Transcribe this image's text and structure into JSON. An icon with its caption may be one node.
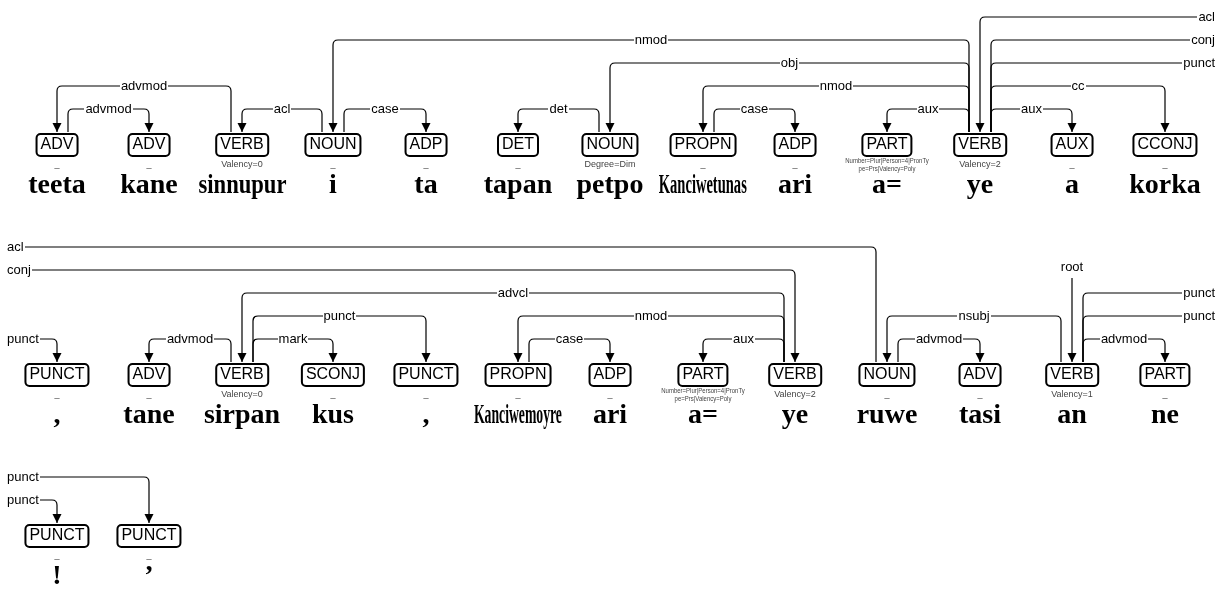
{
  "diagram": {
    "nodes": [
      {
        "text": [
          "ADV"
        ],
        "beside": [
          "_",
          "teeta"
        ]
      },
      {
        "text": [
          "ADV"
        ],
        "beside": [
          "_",
          "kane"
        ]
      },
      {
        "text": [
          "VERB"
        ],
        "beside": [
          "Valency=0",
          "sinnupur"
        ]
      },
      {
        "text": [
          "NOUN"
        ],
        "beside": [
          "_",
          "i"
        ]
      },
      {
        "text": [
          "ADP"
        ],
        "beside": [
          "_",
          "ta"
        ]
      },
      {
        "text": [
          "DET"
        ],
        "beside": [
          "_",
          "tapan"
        ]
      },
      {
        "text": [
          "NOUN"
        ],
        "beside": [
          "Degree=Dim",
          "petpo"
        ]
      },
      {
        "text": [
          "PROPN"
        ],
        "beside": [
          "_",
          "Kanciwetunas"
        ]
      },
      {
        "text": [
          "ADP"
        ],
        "beside": [
          "_",
          "ari"
        ]
      },
      {
        "text": [
          "PART"
        ],
        "beside": [
          "Number=Plur|Person=4|PronType=Prs|Valency=Poly",
          "a="
        ]
      },
      {
        "text": [
          "VERB"
        ],
        "beside": [
          "Valency=2",
          "ye"
        ]
      },
      {
        "text": [
          "AUX"
        ],
        "beside": [
          "_",
          "a"
        ]
      },
      {
        "text": [
          "CCONJ"
        ],
        "beside": [
          "_",
          "korka"
        ]
      },
      {
        "text": [
          "PUNCT"
        ],
        "beside": [
          "_",
          ","
        ]
      },
      {
        "text": [
          "ADV"
        ],
        "beside": [
          "_",
          "tane"
        ]
      },
      {
        "text": [
          "VERB"
        ],
        "beside": [
          "Valency=0",
          "sirpan"
        ]
      },
      {
        "text": [
          "SCONJ"
        ],
        "beside": [
          "_",
          "kus"
        ]
      },
      {
        "text": [
          "PUNCT"
        ],
        "beside": [
          "_",
          ","
        ]
      },
      {
        "text": [
          "PROPN"
        ],
        "beside": [
          "_",
          "Kanciwemoyre"
        ]
      },
      {
        "text": [
          "ADP"
        ],
        "beside": [
          "_",
          "ari"
        ]
      },
      {
        "text": [
          "PART"
        ],
        "beside": [
          "Number=Plur|Person=4|PronType=Prs|Valency=Poly",
          "a="
        ]
      },
      {
        "text": [
          "VERB"
        ],
        "beside": [
          "Valency=2",
          "ye"
        ]
      },
      {
        "text": [
          "NOUN"
        ],
        "beside": [
          "_",
          "ruwe"
        ]
      },
      {
        "text": [
          "ADV"
        ],
        "beside": [
          "_",
          "tasi"
        ]
      },
      {
        "text": [
          "VERB"
        ],
        "beside": [
          "Valency=1",
          "an"
        ]
      },
      {
        "text": [
          "PART"
        ],
        "beside": [
          "_",
          "ne"
        ]
      },
      {
        "text": [
          "PUNCT"
        ],
        "beside": [
          "_",
          "!"
        ]
      },
      {
        "text": [
          "PUNCT"
        ],
        "beside": [
          "_",
          "’"
        ]
      }
    ],
    "edges": [
      {
        "from": 2,
        "to": 0,
        "arrow": "to",
        "label": "advmod"
      },
      {
        "from": 0,
        "to": 1,
        "arrow": "to",
        "label": "advmod"
      },
      {
        "from": 3,
        "to": 2,
        "arrow": "to",
        "label": "acl"
      },
      {
        "from": 3,
        "to": 4,
        "arrow": "to",
        "label": "case"
      },
      {
        "from": 10,
        "to": 3,
        "arrow": "to",
        "label": "nmod"
      },
      {
        "from": 6,
        "to": 5,
        "arrow": "to",
        "label": "det"
      },
      {
        "from": 10,
        "to": 6,
        "arrow": "to",
        "label": "obj"
      },
      {
        "from": 10,
        "to": 7,
        "arrow": "to",
        "label": "nmod"
      },
      {
        "from": 7,
        "to": 8,
        "arrow": "to",
        "label": "case"
      },
      {
        "from": 10,
        "to": 9,
        "arrow": "to",
        "label": "aux"
      },
      {
        "from": null,
        "to": 10,
        "arrow": "to",
        "label": "acl"
      },
      {
        "from": 22,
        "to": null,
        "arrow": "none",
        "label": "acl"
      },
      {
        "from": 10,
        "to": null,
        "arrow": "none",
        "label": "conj"
      },
      {
        "from": null,
        "to": 21,
        "arrow": "to",
        "label": "conj"
      },
      {
        "from": 10,
        "to": null,
        "arrow": "none",
        "label": "punct"
      },
      {
        "from": null,
        "to": 13,
        "arrow": "to",
        "label": "punct"
      },
      {
        "from": 10,
        "to": 12,
        "arrow": "to",
        "label": "cc"
      },
      {
        "from": 10,
        "to": 11,
        "arrow": "to",
        "label": "aux"
      },
      {
        "from": 15,
        "to": 14,
        "arrow": "to",
        "label": "advmod"
      },
      {
        "from": 21,
        "to": 15,
        "arrow": "to",
        "label": "advcl"
      },
      {
        "from": 15,
        "to": 17,
        "arrow": "to",
        "label": "punct"
      },
      {
        "from": 15,
        "to": 16,
        "arrow": "to",
        "label": "mark"
      },
      {
        "from": 21,
        "to": 18,
        "arrow": "to",
        "label": "nmod"
      },
      {
        "from": 18,
        "to": 19,
        "arrow": "to",
        "label": "case"
      },
      {
        "from": 21,
        "to": 20,
        "arrow": "to",
        "label": "aux"
      },
      {
        "from": 24,
        "to": 22,
        "arrow": "to",
        "label": "nsubj"
      },
      {
        "from": 22,
        "to": 23,
        "arrow": "to",
        "label": "advmod"
      },
      {
        "from": null,
        "to": 24,
        "arrow": "to",
        "label": "root"
      },
      {
        "from": 24,
        "to": null,
        "arrow": "none",
        "label": "punct"
      },
      {
        "from": 24,
        "to": null,
        "arrow": "none",
        "label": "punct"
      },
      {
        "from": null,
        "to": 27,
        "arrow": "to",
        "label": "punct"
      },
      {
        "from": null,
        "to": 26,
        "arrow": "to",
        "label": "punct"
      },
      {
        "from": 24,
        "to": 25,
        "arrow": "to",
        "label": "advmod"
      }
    ]
  }
}
